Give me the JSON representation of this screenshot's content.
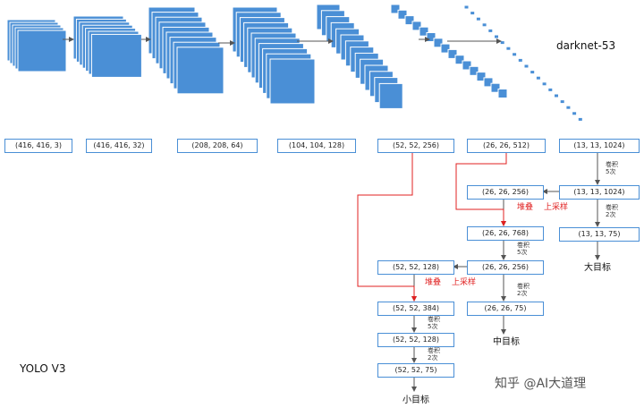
{
  "title_right": "darknet-53",
  "title_left": "YOLO V3",
  "watermark": "知乎 @AI大道理",
  "colors": {
    "cube": "#4a8fd6",
    "cube_edge": "#3c7dc4",
    "arrow": "#555555",
    "red": "#e02020"
  },
  "top_dims": [
    "(416, 416, 3)",
    "(416, 416, 32)",
    "(208, 208, 64)",
    "(104, 104, 128)",
    "(52, 52, 256)",
    "(26, 26, 512)",
    "(13, 13, 1024)"
  ],
  "stack_counts": [
    5,
    7,
    9,
    11,
    14,
    16,
    20
  ],
  "boxes": {
    "c13_1024b": "(13, 13, 1024)",
    "c13_75": "(13, 13, 75)",
    "c26_256a": "(26, 26, 256)",
    "c26_768": "(26, 26, 768)",
    "c26_256b": "(26, 26, 256)",
    "c26_75": "(26, 26, 75)",
    "c52_128a": "(52, 52, 128)",
    "c52_384": "(52, 52, 384)",
    "c52_128b": "(52, 52, 128)",
    "c52_75": "(52, 52, 75)"
  },
  "conv": {
    "conv5_a": [
      "卷积",
      "5次"
    ],
    "conv2_a": [
      "卷积",
      "2次"
    ],
    "conv5_b": [
      "卷积",
      "5次"
    ],
    "conv2_b": [
      "卷积",
      "2次"
    ],
    "conv5_c": [
      "卷积",
      "5次"
    ],
    "conv2_c": [
      "卷积",
      "2次"
    ]
  },
  "stack_label": "堆叠",
  "upsample_label": "上采样",
  "targets": {
    "large": "大目标",
    "medium": "中目标",
    "small": "小目标"
  }
}
